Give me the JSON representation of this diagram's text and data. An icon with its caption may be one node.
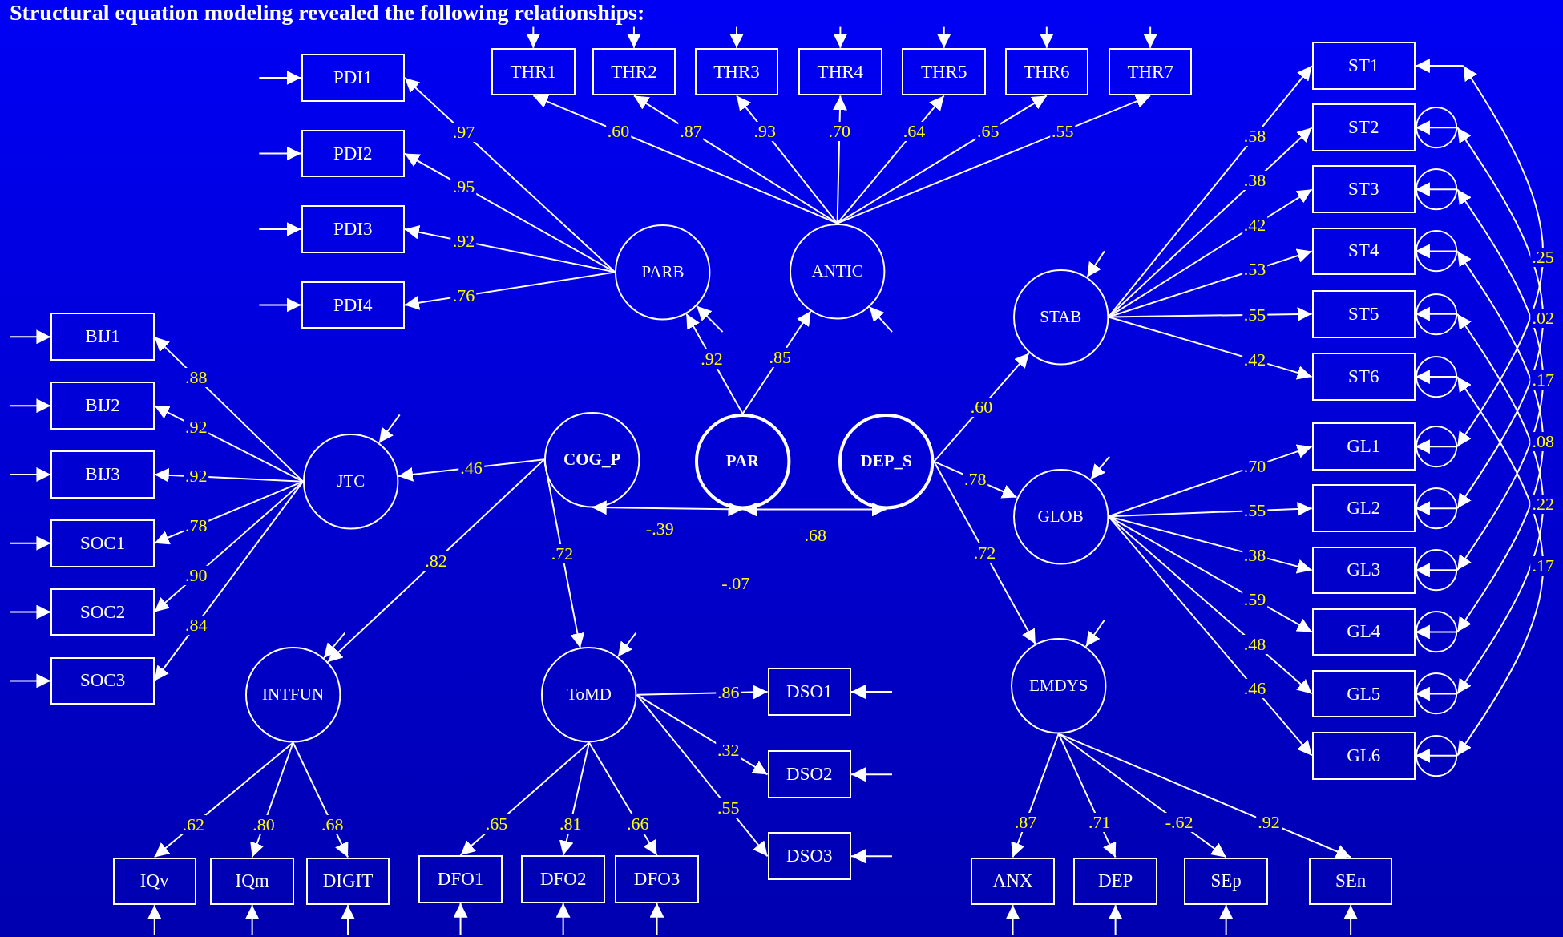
{
  "diagram": {
    "title": "Structural equation modeling revealed the following relationships:",
    "nodes": [
      {
        "text": [
          "THR1"
        ]
      },
      {
        "text": [
          "THR2"
        ]
      },
      {
        "text": [
          "THR3"
        ]
      },
      {
        "text": [
          "THR4"
        ]
      },
      {
        "text": [
          "THR5"
        ]
      },
      {
        "text": [
          "THR6"
        ]
      },
      {
        "text": [
          "THR7"
        ]
      },
      {
        "text": [
          "PDI1"
        ]
      },
      {
        "text": [
          "PDI2"
        ]
      },
      {
        "text": [
          "PDI3"
        ]
      },
      {
        "text": [
          "PDI4"
        ]
      },
      {
        "text": [
          "ST1"
        ]
      },
      {
        "text": [
          "ST2"
        ]
      },
      {
        "text": [
          "ST3"
        ]
      },
      {
        "text": [
          "ST4"
        ]
      },
      {
        "text": [
          "ST5"
        ]
      },
      {
        "text": [
          "ST6"
        ]
      },
      {
        "text": [
          "PARB"
        ]
      },
      {
        "text": [
          "ANTIC"
        ]
      },
      {
        "text": [
          "STAB"
        ]
      },
      {
        "text": [
          "BIJ1"
        ]
      },
      {
        "text": [
          "BIJ2"
        ]
      },
      {
        "text": [
          "BIJ3"
        ]
      },
      {
        "text": [
          "SOC1"
        ]
      },
      {
        "text": [
          "SOC2"
        ]
      },
      {
        "text": [
          "SOC3"
        ]
      },
      {
        "text": [
          "JTC"
        ]
      },
      {
        "text": [
          "COG_P"
        ]
      },
      {
        "text": [
          "PAR"
        ]
      },
      {
        "text": [
          "DEP_S"
        ]
      },
      {
        "text": [
          "GL1"
        ]
      },
      {
        "text": [
          "GL2"
        ]
      },
      {
        "text": [
          "GL3"
        ]
      },
      {
        "text": [
          "GL4"
        ]
      },
      {
        "text": [
          "GL5"
        ]
      },
      {
        "text": [
          "GL6"
        ]
      },
      {
        "text": [
          "GLOB"
        ]
      },
      {
        "text": [
          "INTFUN"
        ]
      },
      {
        "text": [
          "ToMD"
        ]
      },
      {
        "text": [
          "EMDYS"
        ]
      },
      {
        "text": [
          "DSO1"
        ]
      },
      {
        "text": [
          "DSO2"
        ]
      },
      {
        "text": [
          "DSO3"
        ]
      },
      {
        "text": [
          "IQv"
        ]
      },
      {
        "text": [
          "IQm"
        ]
      },
      {
        "text": [
          "DIGIT"
        ]
      },
      {
        "text": [
          "DFO1"
        ]
      },
      {
        "text": [
          "DFO2"
        ]
      },
      {
        "text": [
          "DFO3"
        ]
      },
      {
        "text": [
          "ANX"
        ]
      },
      {
        "text": [
          "DEP"
        ]
      },
      {
        "text": [
          "SEp"
        ]
      },
      {
        "text": [
          "SEn"
        ]
      },
      {
        "text": [],
        "shape": "circle"
      },
      {
        "text": [],
        "shape": "circle"
      },
      {
        "text": [],
        "shape": "circle"
      },
      {
        "text": [],
        "shape": "circle"
      },
      {
        "text": [],
        "shape": "circle"
      },
      {
        "text": [],
        "shape": "circle"
      },
      {
        "text": [],
        "shape": "circle"
      },
      {
        "text": [],
        "shape": "circle"
      },
      {
        "text": [],
        "shape": "circle"
      },
      {
        "text": [],
        "shape": "circle"
      },
      {
        "text": [],
        "shape": "circle"
      }
    ],
    "edges": [
      {
        "from": 17,
        "to": 7,
        "arrow": "to",
        "label": ".97"
      },
      {
        "from": 17,
        "to": 8,
        "arrow": "to",
        "label": ".95"
      },
      {
        "from": 17,
        "to": 9,
        "arrow": "to",
        "label": ".92"
      },
      {
        "from": 17,
        "to": 10,
        "arrow": "to",
        "label": ".76"
      },
      {
        "from": 18,
        "to": 0,
        "arrow": "to",
        "label": ".60"
      },
      {
        "from": 18,
        "to": 1,
        "arrow": "to",
        "label": ".87"
      },
      {
        "from": 18,
        "to": 2,
        "arrow": "to",
        "label": ".93"
      },
      {
        "from": 18,
        "to": 3,
        "arrow": "to",
        "label": ".70"
      },
      {
        "from": 18,
        "to": 4,
        "arrow": "to",
        "label": ".64"
      },
      {
        "from": 18,
        "to": 5,
        "arrow": "to",
        "label": ".65"
      },
      {
        "from": 18,
        "to": 6,
        "arrow": "to",
        "label": ".55"
      },
      {
        "from": 26,
        "to": 20,
        "arrow": "to",
        "label": ".88"
      },
      {
        "from": 26,
        "to": 21,
        "arrow": "to",
        "label": ".92"
      },
      {
        "from": 26,
        "to": 22,
        "arrow": "to",
        "label": ".92"
      },
      {
        "from": 26,
        "to": 23,
        "arrow": "to",
        "label": ".78"
      },
      {
        "from": 26,
        "to": 24,
        "arrow": "to",
        "label": ".90"
      },
      {
        "from": 26,
        "to": 25,
        "arrow": "to",
        "label": ".84"
      },
      {
        "from": 19,
        "to": 11,
        "arrow": "to",
        "label": ".58"
      },
      {
        "from": 19,
        "to": 12,
        "arrow": "to",
        "label": ".38"
      },
      {
        "from": 19,
        "to": 13,
        "arrow": "to",
        "label": ".42"
      },
      {
        "from": 19,
        "to": 14,
        "arrow": "to",
        "label": ".53"
      },
      {
        "from": 19,
        "to": 15,
        "arrow": "to",
        "label": ".55"
      },
      {
        "from": 19,
        "to": 16,
        "arrow": "to",
        "label": ".42"
      },
      {
        "from": 36,
        "to": 30,
        "arrow": "to",
        "label": ".70"
      },
      {
        "from": 36,
        "to": 31,
        "arrow": "to",
        "label": ".55"
      },
      {
        "from": 36,
        "to": 32,
        "arrow": "to",
        "label": ".38"
      },
      {
        "from": 36,
        "to": 33,
        "arrow": "to",
        "label": ".59"
      },
      {
        "from": 36,
        "to": 34,
        "arrow": "to",
        "label": ".48"
      },
      {
        "from": 36,
        "to": 35,
        "arrow": "to",
        "label": ".46"
      },
      {
        "from": 39,
        "to": 49,
        "arrow": "to",
        "label": ".87"
      },
      {
        "from": 39,
        "to": 50,
        "arrow": "to",
        "label": ".71"
      },
      {
        "from": 39,
        "to": 51,
        "arrow": "to",
        "label": "-.62"
      },
      {
        "from": 39,
        "to": 52,
        "arrow": "to",
        "label": ".92"
      },
      {
        "from": 37,
        "to": 43,
        "arrow": "to",
        "label": ".62"
      },
      {
        "from": 37,
        "to": 44,
        "arrow": "to",
        "label": ".80"
      },
      {
        "from": 37,
        "to": 45,
        "arrow": "to",
        "label": ".68"
      },
      {
        "from": 38,
        "to": 46,
        "arrow": "to",
        "label": ".65"
      },
      {
        "from": 38,
        "to": 47,
        "arrow": "to",
        "label": ".81"
      },
      {
        "from": 38,
        "to": 48,
        "arrow": "to",
        "label": ".66"
      },
      {
        "from": 38,
        "to": 40,
        "arrow": "to",
        "label": ".86"
      },
      {
        "from": 38,
        "to": 41,
        "arrow": "to",
        "label": ".32"
      },
      {
        "from": 38,
        "to": 42,
        "arrow": "to",
        "label": ".55"
      },
      {
        "from": 28,
        "to": 17,
        "arrow": "to",
        "label": ".92"
      },
      {
        "from": 28,
        "to": 18,
        "arrow": "to",
        "label": ".85"
      },
      {
        "from": 29,
        "to": 19,
        "arrow": "to",
        "label": ".60"
      },
      {
        "from": 29,
        "to": 36,
        "arrow": "to",
        "label": ".78"
      },
      {
        "from": 29,
        "to": 39,
        "arrow": "to",
        "label": ".72"
      },
      {
        "from": 27,
        "to": 26,
        "arrow": "to",
        "label": ".46"
      },
      {
        "from": 27,
        "to": 37,
        "arrow": "to",
        "label": ".82"
      },
      {
        "from": 27,
        "to": 38,
        "arrow": "to",
        "label": ".72"
      },
      {
        "from": 27,
        "to": 28,
        "arrow": "both",
        "label": "-.39"
      },
      {
        "from": 28,
        "to": 29,
        "arrow": "both",
        "label": ".68"
      },
      {
        "from": null,
        "to": 58,
        "arrow": "both",
        "label": ".25"
      },
      {
        "from": 53,
        "to": 59,
        "arrow": "both",
        "label": ".02"
      },
      {
        "from": 54,
        "to": 60,
        "arrow": "both",
        "label": ".17"
      },
      {
        "from": 55,
        "to": 61,
        "arrow": "both",
        "label": ".08"
      },
      {
        "from": 56,
        "to": 62,
        "arrow": "both",
        "label": ".22"
      },
      {
        "from": 57,
        "to": 63,
        "arrow": "both",
        "label": ".17"
      },
      {
        "from": null,
        "to": 11,
        "arrow": "to"
      },
      {
        "from": 53,
        "to": 12,
        "arrow": "to"
      },
      {
        "from": 54,
        "to": 13,
        "arrow": "to"
      },
      {
        "from": 55,
        "to": 14,
        "arrow": "to"
      },
      {
        "from": 56,
        "to": 15,
        "arrow": "to"
      },
      {
        "from": 57,
        "to": 16,
        "arrow": "to"
      },
      {
        "from": 58,
        "to": 30,
        "arrow": "to"
      },
      {
        "from": 59,
        "to": 31,
        "arrow": "to"
      },
      {
        "from": 60,
        "to": 32,
        "arrow": "to"
      },
      {
        "from": 61,
        "to": 33,
        "arrow": "to"
      },
      {
        "from": 62,
        "to": 34,
        "arrow": "to"
      },
      {
        "from": 63,
        "to": 35,
        "arrow": "to"
      },
      {
        "from": null,
        "to": 0,
        "arrow": "to"
      },
      {
        "from": null,
        "to": 1,
        "arrow": "to"
      },
      {
        "from": null,
        "to": 2,
        "arrow": "to"
      },
      {
        "from": null,
        "to": 3,
        "arrow": "to"
      },
      {
        "from": null,
        "to": 4,
        "arrow": "to"
      },
      {
        "from": null,
        "to": 5,
        "arrow": "to"
      },
      {
        "from": null,
        "to": 6,
        "arrow": "to"
      },
      {
        "from": null,
        "to": 7,
        "arrow": "to"
      },
      {
        "from": null,
        "to": 8,
        "arrow": "to"
      },
      {
        "from": null,
        "to": 9,
        "arrow": "to"
      },
      {
        "from": null,
        "to": 10,
        "arrow": "to"
      },
      {
        "from": null,
        "to": 17,
        "arrow": "to"
      },
      {
        "from": null,
        "to": 18,
        "arrow": "to"
      },
      {
        "from": null,
        "to": 19,
        "arrow": "to"
      },
      {
        "from": null,
        "to": 20,
        "arrow": "to"
      },
      {
        "from": null,
        "to": 21,
        "arrow": "to"
      },
      {
        "from": null,
        "to": 22,
        "arrow": "to"
      },
      {
        "from": null,
        "to": 23,
        "arrow": "to"
      },
      {
        "from": null,
        "to": 24,
        "arrow": "to"
      },
      {
        "from": null,
        "to": 25,
        "arrow": "to"
      },
      {
        "from": null,
        "to": 26,
        "arrow": "to"
      },
      {
        "from": null,
        "to": 36,
        "arrow": "to"
      },
      {
        "from": null,
        "to": 37,
        "arrow": "to"
      },
      {
        "from": null,
        "to": 38,
        "arrow": "to"
      },
      {
        "from": null,
        "to": 39,
        "arrow": "to"
      },
      {
        "from": null,
        "to": 40,
        "arrow": "to"
      },
      {
        "from": null,
        "to": 41,
        "arrow": "to"
      },
      {
        "from": null,
        "to": 42,
        "arrow": "to"
      },
      {
        "from": null,
        "to": 43,
        "arrow": "to"
      },
      {
        "from": null,
        "to": 44,
        "arrow": "to"
      },
      {
        "from": null,
        "to": 45,
        "arrow": "to"
      },
      {
        "from": null,
        "to": 46,
        "arrow": "to"
      },
      {
        "from": null,
        "to": 47,
        "arrow": "to"
      },
      {
        "from": null,
        "to": 48,
        "arrow": "to"
      },
      {
        "from": null,
        "to": 49,
        "arrow": "to"
      },
      {
        "from": null,
        "to": 50,
        "arrow": "to"
      },
      {
        "from": null,
        "to": 51,
        "arrow": "to"
      },
      {
        "from": null,
        "to": 52,
        "arrow": "to"
      }
    ],
    "labels": [
      "-.07"
    ]
  }
}
